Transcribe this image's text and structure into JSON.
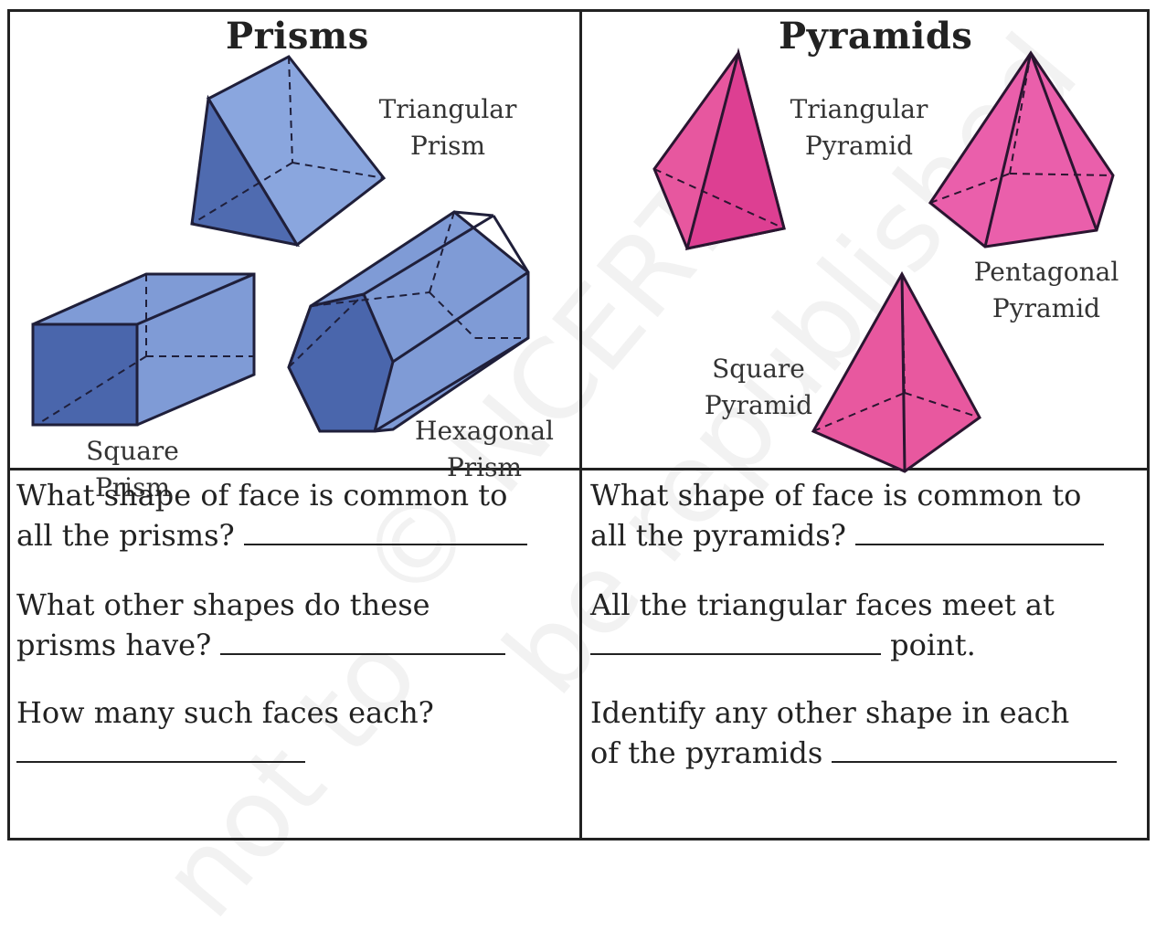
{
  "watermark_lines": [
    "© NCERT",
    "be republished",
    "not to"
  ],
  "left_panel": {
    "title": "Prisms",
    "labels": {
      "triangular": [
        "Triangular",
        "Prism"
      ],
      "square": [
        "Square",
        "Prism"
      ],
      "hexagonal": [
        "Hexagonal",
        "Prism"
      ]
    },
    "questions": [
      {
        "text_a": "What shape of face is common to",
        "text_b": "all the prisms?"
      },
      {
        "text_a": "What other shapes do these",
        "text_b": "prisms have?"
      },
      {
        "text_a": "How many such faces each?",
        "text_b": ""
      }
    ]
  },
  "right_panel": {
    "title": "Pyramids",
    "labels": {
      "triangular": [
        "Triangular",
        "Pyramid"
      ],
      "pentagonal": [
        "Pentagonal",
        "Pyramid"
      ],
      "square": [
        "Square",
        "Pyramid"
      ]
    },
    "questions": [
      {
        "text_a": "What shape of face is common to",
        "text_b": "all the pyramids?"
      },
      {
        "text_a": "All the triangular faces meet at",
        "text_b": "point."
      },
      {
        "text_a": "Identify any other shape in each",
        "text_b": "of the pyramids"
      }
    ]
  },
  "colors": {
    "prism_fill": "#7f9bd6",
    "prism_dark": "#4f6bb0",
    "pyramid_fill": "#e65aa8",
    "pyramid_dark": "#c93c8f",
    "edge": "#1f1f3a"
  }
}
